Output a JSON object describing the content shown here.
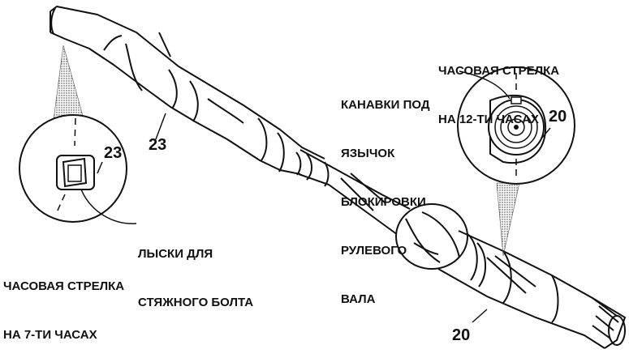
{
  "labels": {
    "clock_12_line1": "ЧАСОВАЯ СТРЕЛКА",
    "clock_12_line2": "НА 12-ТИ ЧАСАХ",
    "grooves_line1": "КАНАВКИ ПОД",
    "grooves_line2": "ЯЗЫЧОК",
    "grooves_line3": "БЛОКИРОВКИ",
    "grooves_line4": "РУЛЕВОГО",
    "grooves_line5": "ВАЛА",
    "flats_line1": "ЛЫСКИ ДЛЯ",
    "flats_line2": "СТЯЖНОГО БОЛТА",
    "clock_7_line1": "ЧАСОВАЯ СТРЕЛКА",
    "clock_7_line2": "НА 7-ТИ ЧАСАХ"
  },
  "callouts": {
    "shaft_23": "23",
    "detail_23": "23",
    "detail_20": "20",
    "shaft_20": "20"
  },
  "colors": {
    "ink": "#111111",
    "background": "#ffffff",
    "stipple": "#555555"
  }
}
